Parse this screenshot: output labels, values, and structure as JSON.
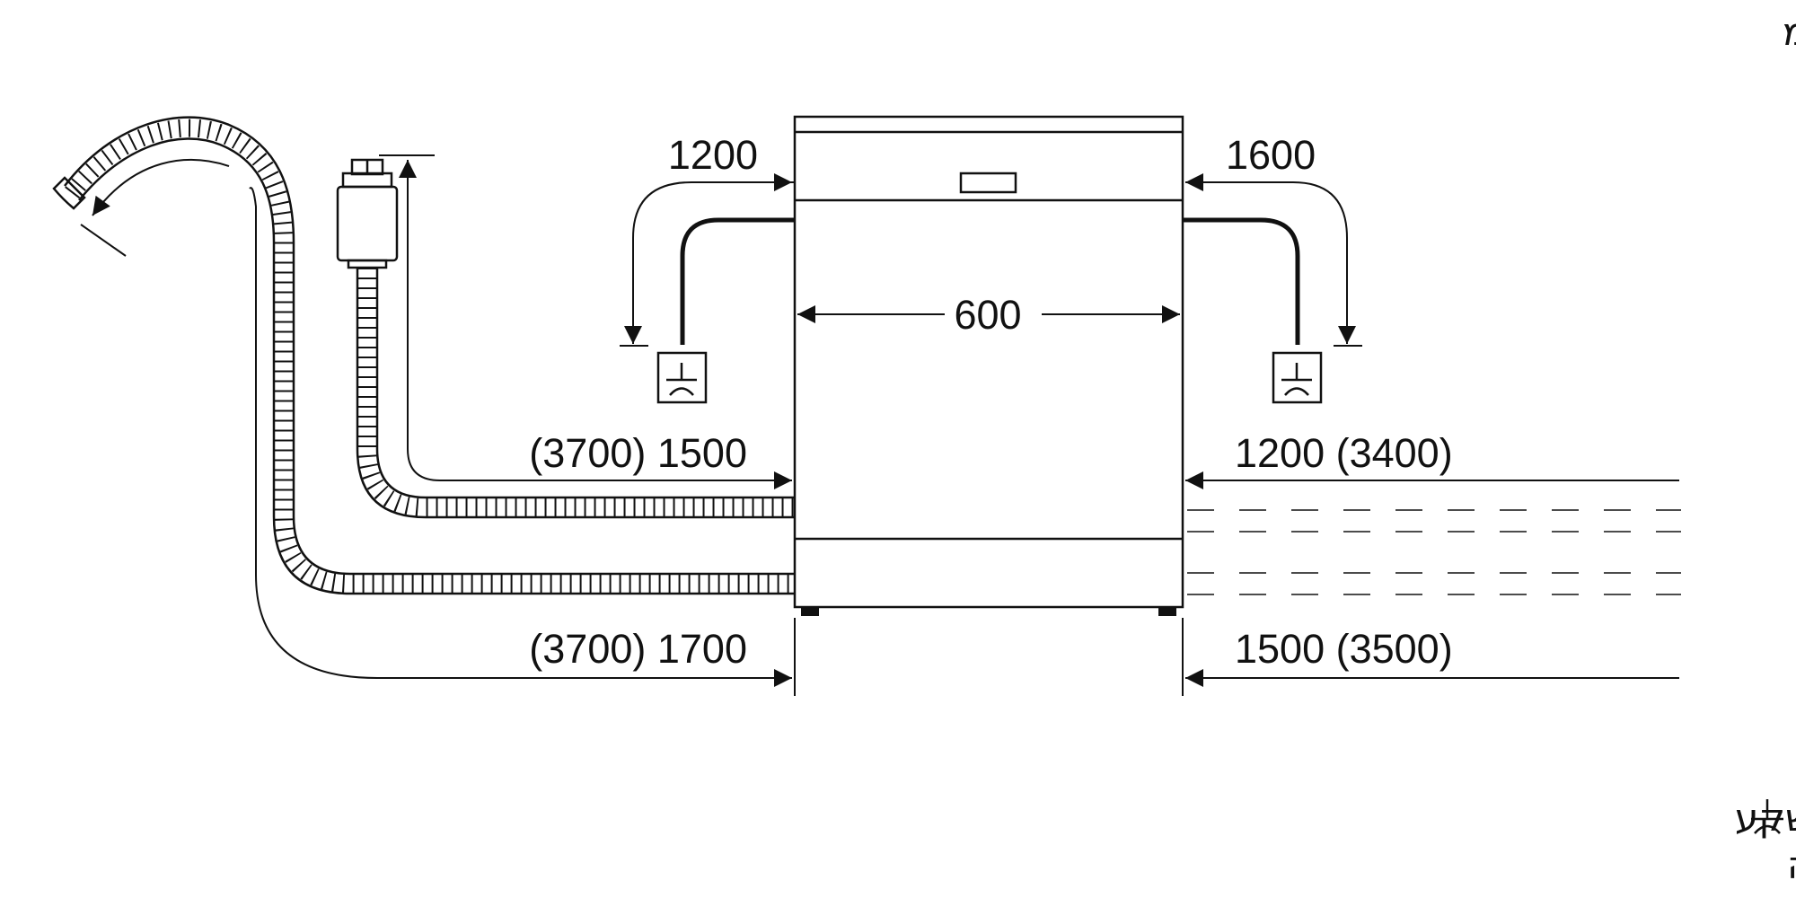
{
  "header": {
    "units_title": "מידות במ\"מ"
  },
  "dimensions": {
    "width": "600",
    "drain_left": "1200",
    "drain_right": "1600",
    "left_upper": "(3700) 1500",
    "left_lower": "(3700) 1700",
    "right_upper": "1200 (3400)",
    "right_lower": "1500 (3500)"
  },
  "legend": {
    "sink": "שקע",
    "valve": "( ) ברזים עם ערכת הארכה"
  },
  "icons": {
    "sink_icon": "drain-socket-icon",
    "arrow": "arrowhead"
  },
  "colors": {
    "ink": "#111111",
    "background": "#ffffff"
  }
}
